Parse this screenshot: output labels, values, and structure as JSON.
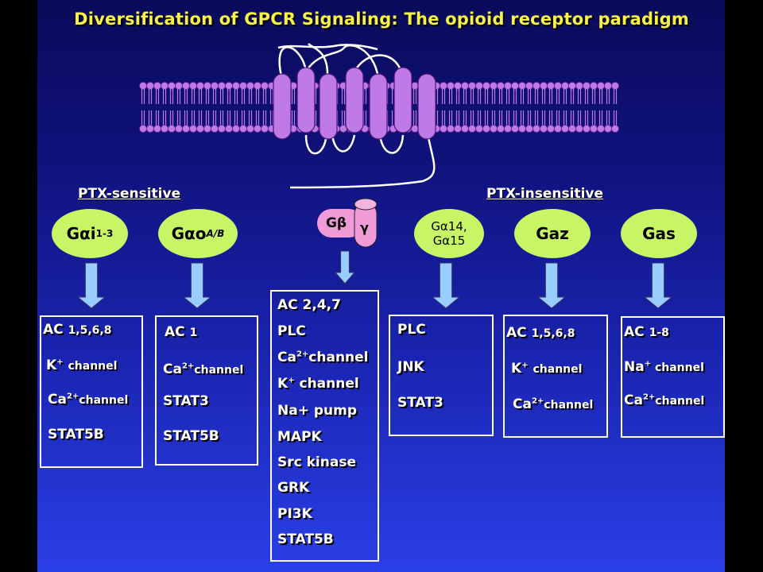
{
  "title": "Diversification of  GPCR Signaling: The opioid receptor paradigm",
  "ptx_sensitive_label": "PTX-sensitive",
  "ptx_insensitive_label": "PTX-insensitive",
  "proteins": {
    "gai": {
      "main": "Gαi",
      "sub": "1-3"
    },
    "gao": {
      "main": "Gαo",
      "sub": "A/B"
    },
    "gbeta": "Gβ",
    "gamma": "γ",
    "ga14_15": {
      "line1": "Gα14,",
      "line2": "Gα15"
    },
    "gaz": "Gaz",
    "gas": "Gas"
  },
  "boxes": {
    "gai": [
      "AC",
      "1,5,6,8",
      "K",
      "+",
      "channel",
      "Ca",
      "2+",
      "channel",
      "STAT5B"
    ],
    "gao": [
      "AC",
      "1",
      "Ca",
      "2+",
      "channel",
      "STAT3",
      "STAT5B"
    ],
    "gbg": [
      "AC 2,4,7",
      "PLC",
      "Ca",
      "2+",
      "channel",
      "K",
      "+",
      " channel",
      "Na+ pump",
      "MAPK",
      "Src kinase",
      "GRK",
      "PI3K",
      "STAT5B"
    ],
    "ga14": [
      "PLC",
      "JNK",
      "STAT3"
    ],
    "gaz": [
      "AC",
      "1,5,6,8",
      "K",
      "+",
      "channel",
      "Ca",
      "2+",
      "channel"
    ],
    "gas": [
      "AC",
      "1-8",
      "Na",
      "+",
      " channel",
      "Ca",
      "2+",
      "channel"
    ]
  },
  "colors": {
    "title": "#f8f24a",
    "ellipse": "#c8f566",
    "receptor": "#c07ae8",
    "gbeta_box": "#f09ad8",
    "arrow": "#99ccff"
  }
}
